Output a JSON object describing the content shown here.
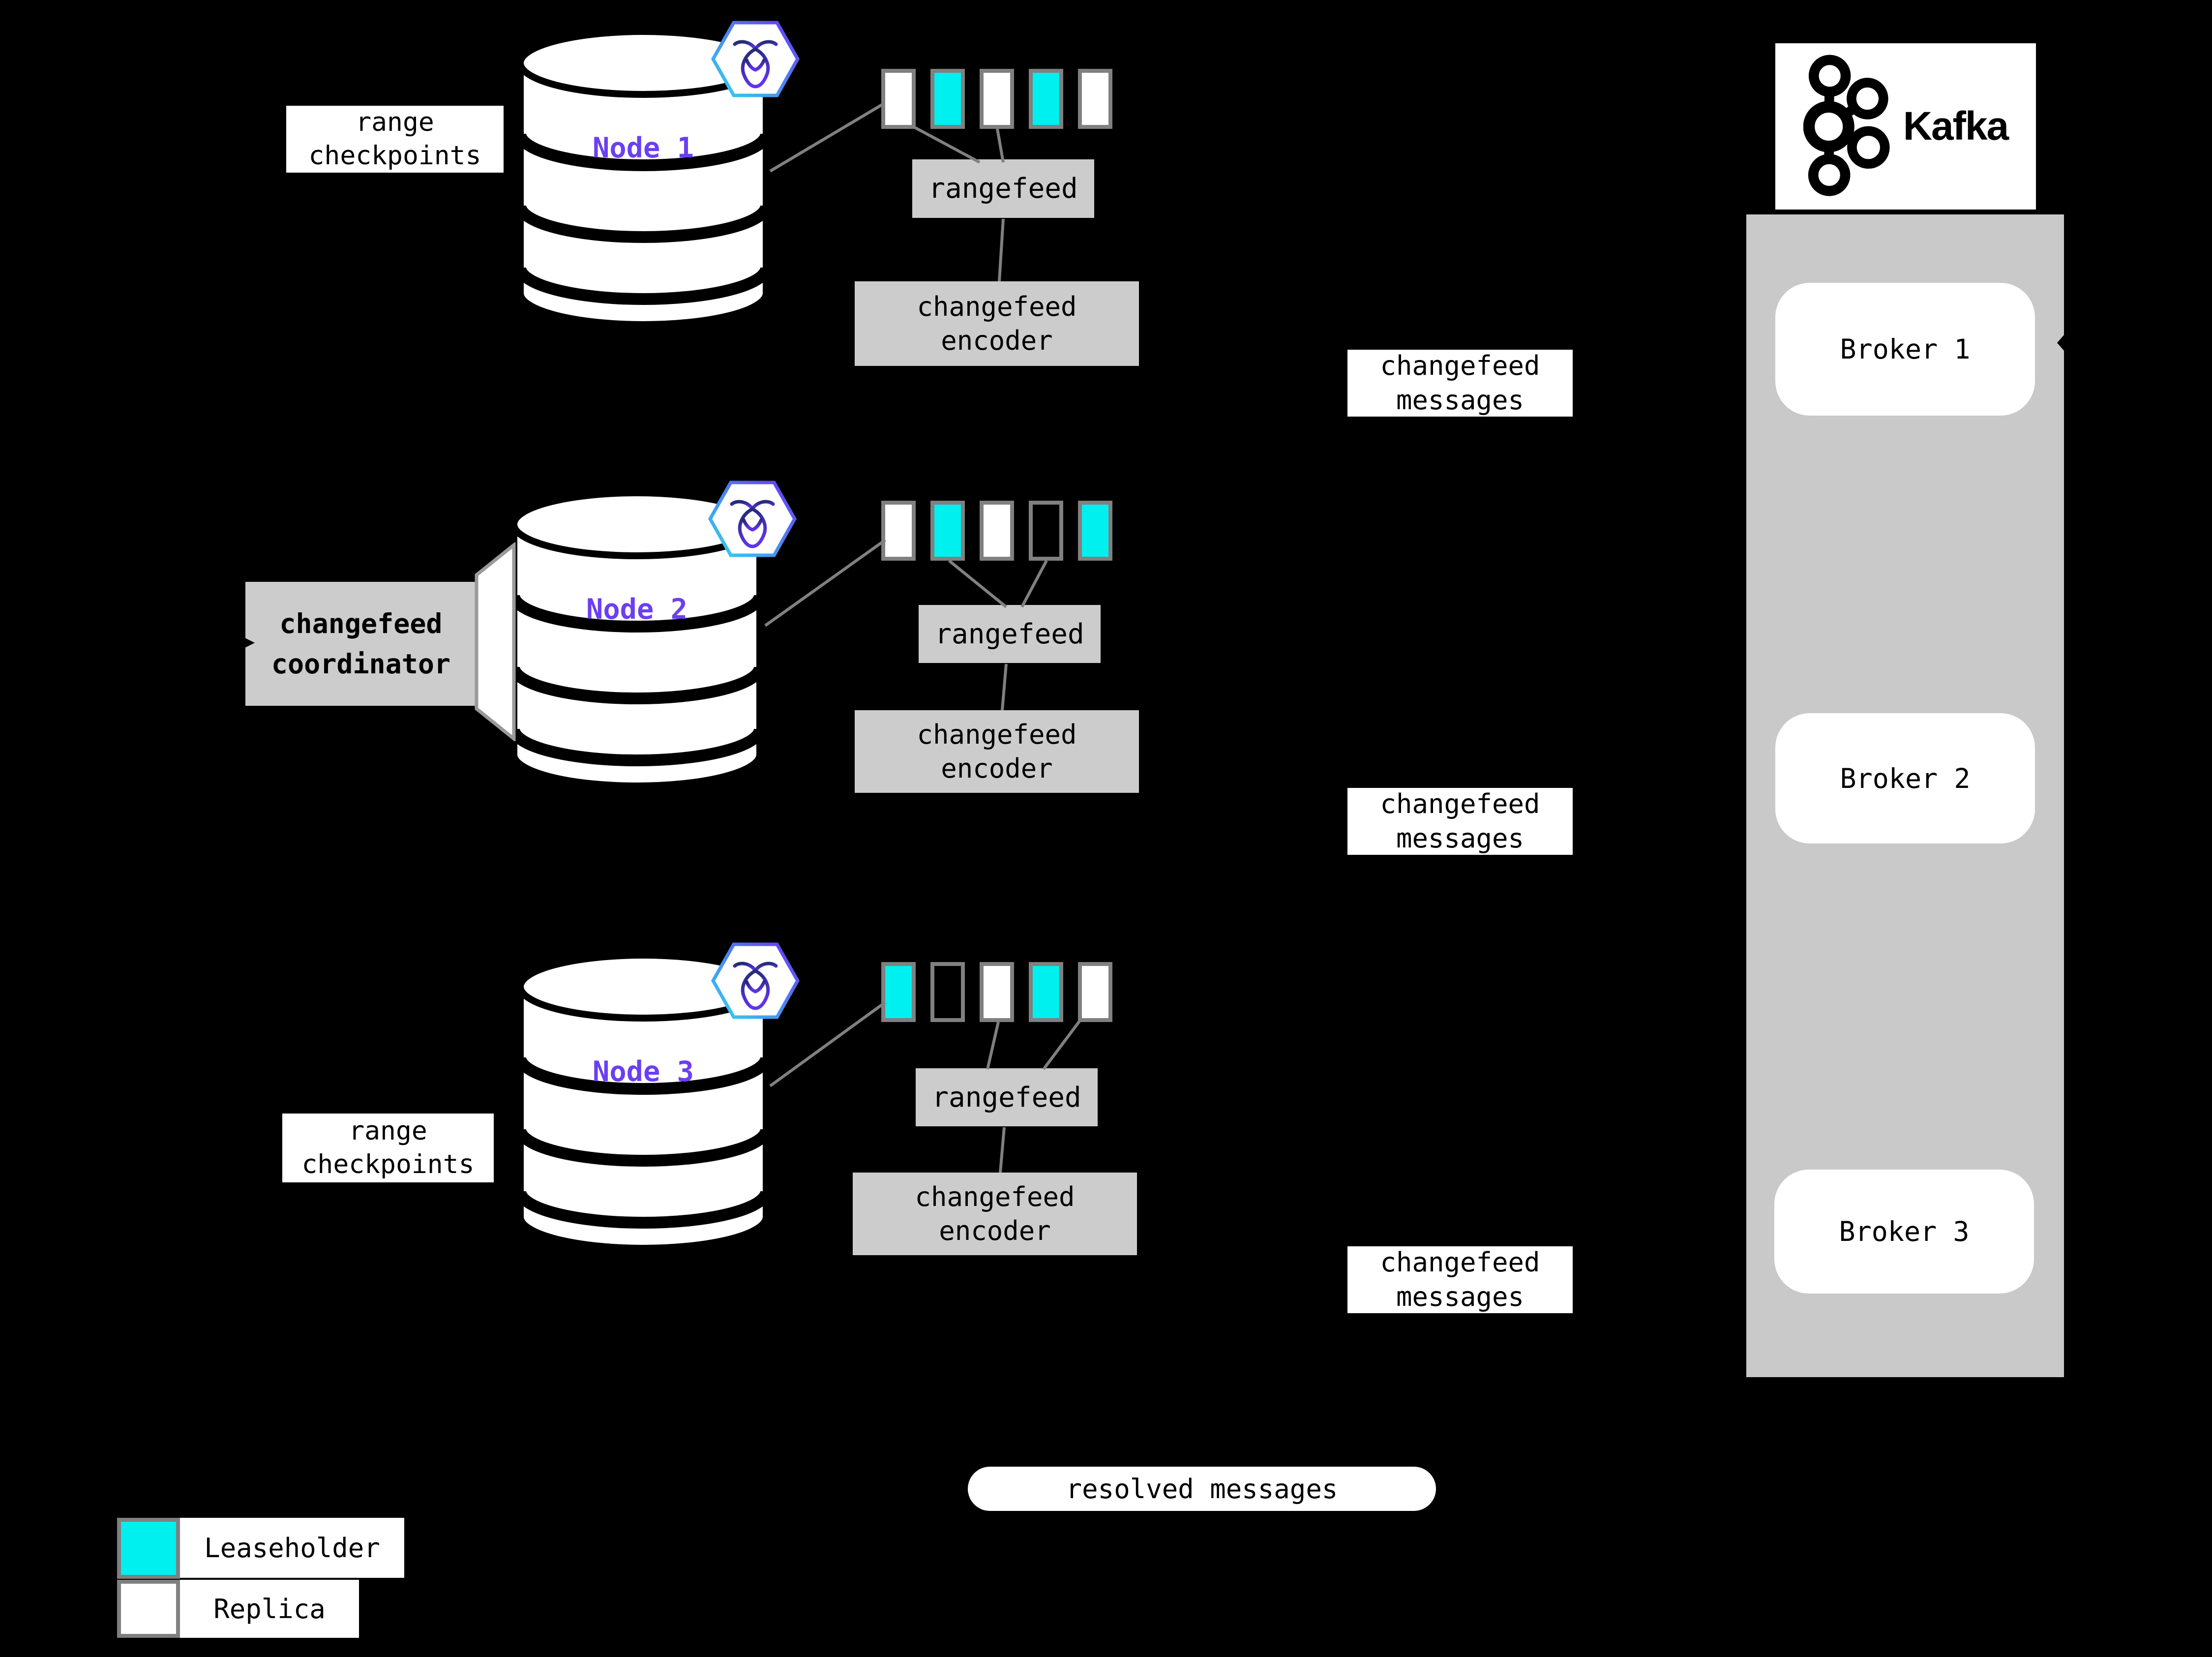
{
  "palette": {
    "bg": "#000000",
    "panel": "#cccccc",
    "container": "#c9c9c9",
    "white": "#ffffff",
    "black": "#000000",
    "cyan": "#00efef",
    "purple": "#6b3ff2",
    "block_border": "#808080",
    "line": "#808080",
    "crdb_hex_gradient": [
      "#2fd6ef",
      "#6a35f2"
    ],
    "crdb_glyph_gradient": [
      "#1f2a6e",
      "#6133ee"
    ]
  },
  "labels": {
    "rangefeed": "rangefeed",
    "encoder_line1": "changefeed",
    "encoder_line2": "encoder",
    "messages_line1": "changefeed",
    "messages_line2": "messages",
    "checkpoints_line1": "range",
    "checkpoints_line2": "checkpoints",
    "coordinator_line1": "changefeed",
    "coordinator_line2": "coordinator"
  },
  "nodes": [
    {
      "name": "Node 1",
      "blocks": [
        "replica",
        "leaseholder",
        "replica",
        "leaseholder",
        "replica"
      ]
    },
    {
      "name": "Node 2",
      "blocks": [
        "replica",
        "leaseholder",
        "replica",
        "empty",
        "leaseholder"
      ]
    },
    {
      "name": "Node 3",
      "blocks": [
        "leaseholder",
        "empty",
        "replica",
        "leaseholder",
        "replica"
      ]
    }
  ],
  "kafka": {
    "logo_label": "Kafka",
    "brokers": [
      {
        "label": "Broker 1"
      },
      {
        "label": "Broker 2"
      },
      {
        "label": "Broker 3"
      }
    ]
  },
  "resolved": {
    "label": "resolved messages"
  },
  "legend": {
    "items": [
      {
        "type": "leaseholder",
        "label": "Leaseholder"
      },
      {
        "type": "replica",
        "label": "Replica"
      }
    ]
  }
}
